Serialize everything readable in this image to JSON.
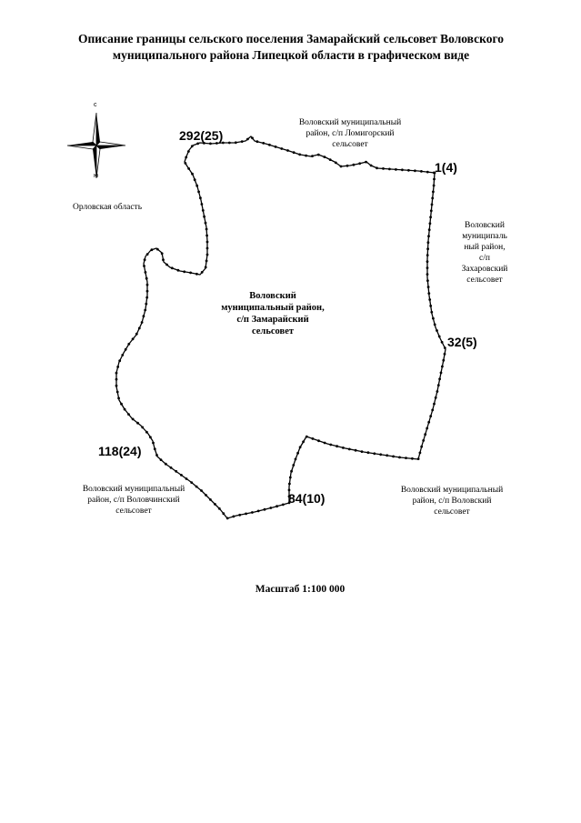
{
  "title": {
    "line1": "Описание границы сельского поселения Замарайский сельсовет Воловского",
    "line2": "муниципального района Липецкой области в графическом виде"
  },
  "compass": {
    "north_letter": "с",
    "south_letter": "ю",
    "icon": "compass-rose-icon"
  },
  "neighbors": {
    "north": [
      "Воловский муниципальный",
      "район, с/п Ломигорский",
      "сельсовет"
    ],
    "east": [
      "Воловский",
      "муниципаль",
      "ный район,",
      "с/п",
      "Захаровский",
      "сельсовет"
    ],
    "west": [
      "Орловская область"
    ],
    "southwest": [
      "Воловский муниципальный",
      "район, с/п Воловчинский",
      "сельсовет"
    ],
    "southeast": [
      "Воловский муниципальный",
      "район, с/п Воловский",
      "сельсовет"
    ]
  },
  "center_label": [
    "Воловский",
    "муниципальный район,",
    "с/п Замарайский",
    "сельсовет"
  ],
  "points": {
    "p1": "1(4)",
    "p32": "32(5)",
    "p84": "84(10)",
    "p118": "118(24)",
    "p292": "292(25)"
  },
  "scale": "Масштаб 1:100 000",
  "colors": {
    "boundary": "#000000"
  }
}
